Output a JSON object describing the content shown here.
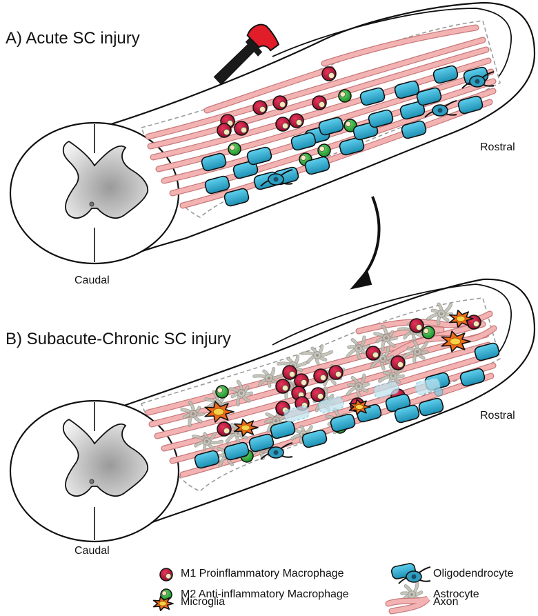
{
  "panels": [
    {
      "title": "A) Acute SC injury",
      "rostral_label": "Rostral",
      "caudal_label": "Caudal"
    },
    {
      "title": "B) Subacute-Chronic SC injury",
      "rostral_label": "Rostral",
      "caudal_label": "Caudal"
    }
  ],
  "legend": {
    "m1": "M1 Proinflammatory Macrophage",
    "m2": "M2 Anti-inflammatory Macrophage",
    "microglia": "Microglia",
    "oligodendrocyte": "Oligodendrocyte",
    "astrocyte": "Astrocyte",
    "axon": "Axon"
  },
  "colors": {
    "m1": "#c8123c",
    "m2": "#2dbb3a",
    "oligodendrocyte": "#2eb3d6",
    "axon": "#f4b3b3",
    "astrocyte": "#bdbdb2",
    "microglia": "#f06a1a",
    "hammer_head": "#1a1a1a",
    "hammer_grip": "#e01d28"
  }
}
